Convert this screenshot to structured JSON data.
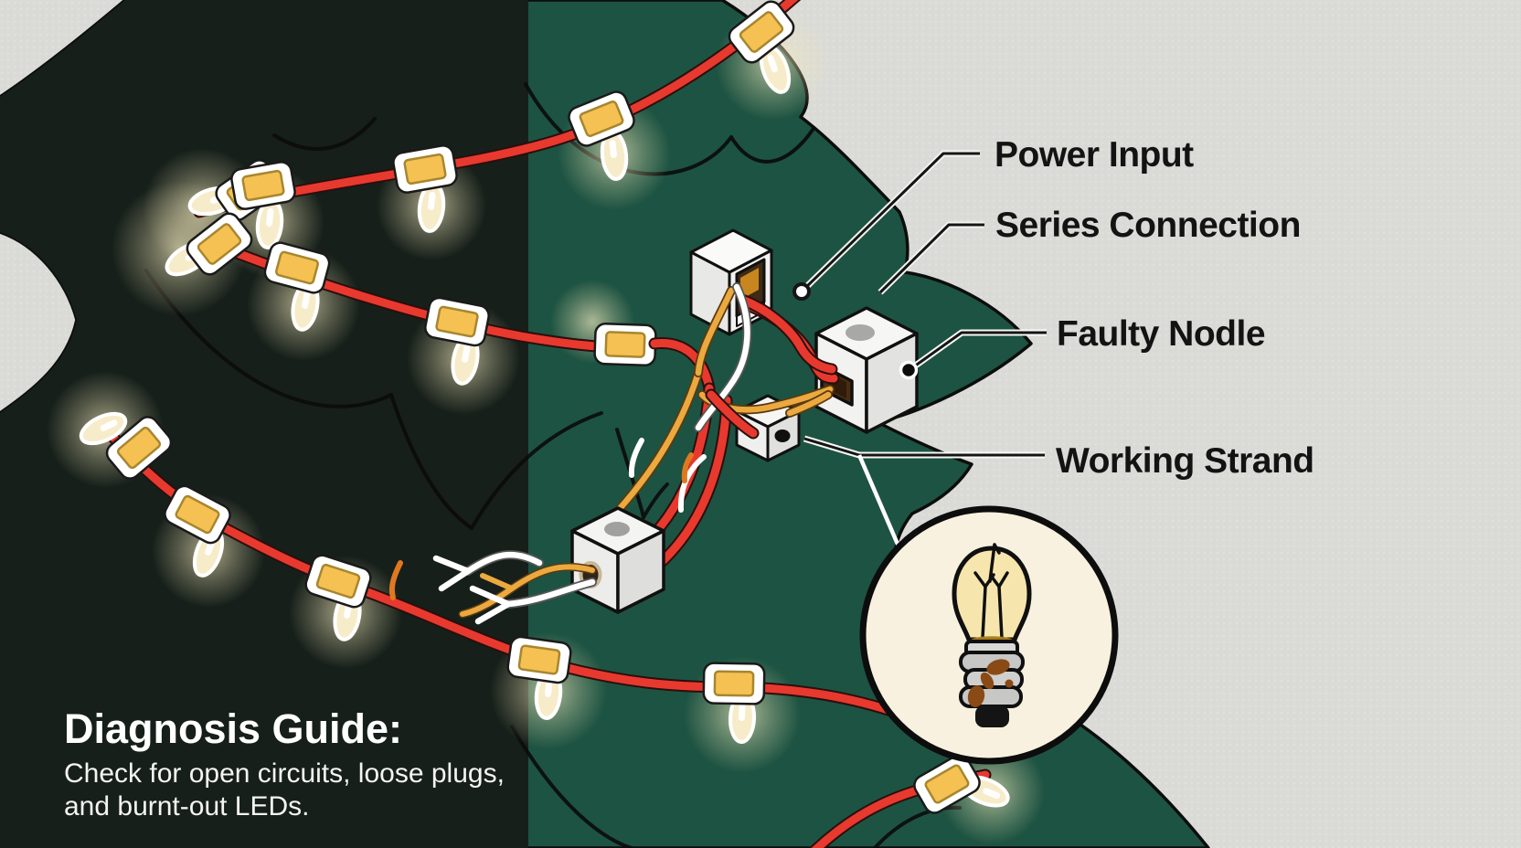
{
  "scene": {
    "description": "Christmas light string diagnosis diagram over a two-tone evergreen tree"
  },
  "annotations": {
    "power_input": {
      "label": "Power Input"
    },
    "series_connection": {
      "label": "Series Connection"
    },
    "faulty_node": {
      "label": "Faulty Nodle"
    },
    "working_strand": {
      "label": "Working Strand"
    }
  },
  "diagnosis_guide": {
    "heading": "Diagnosis Guide:",
    "body_line1": "Check for open circuits, loose plugs,",
    "body_line2": "and burnt-out LEDs."
  },
  "icons": {
    "inset": "burnt-bulb-icon",
    "power_marker": "circle-marker-icon",
    "faulty_marker": "dot-marker-icon"
  },
  "colors": {
    "background": "#dadbd6",
    "tree_green": "#1d5342",
    "tree_shadow": "#161f1a",
    "outline": "#0d0d0d",
    "wire_red": "#e8392f",
    "wire_orange": "#eca93f",
    "wire_white": "#ffffff",
    "socket_amber": "#f5c153",
    "bulb_cream": "#f7ecca",
    "inset_bg": "#f8f1df",
    "rust": "#8a4a16",
    "label_text": "#131313",
    "guide_text": "#ffffff"
  }
}
